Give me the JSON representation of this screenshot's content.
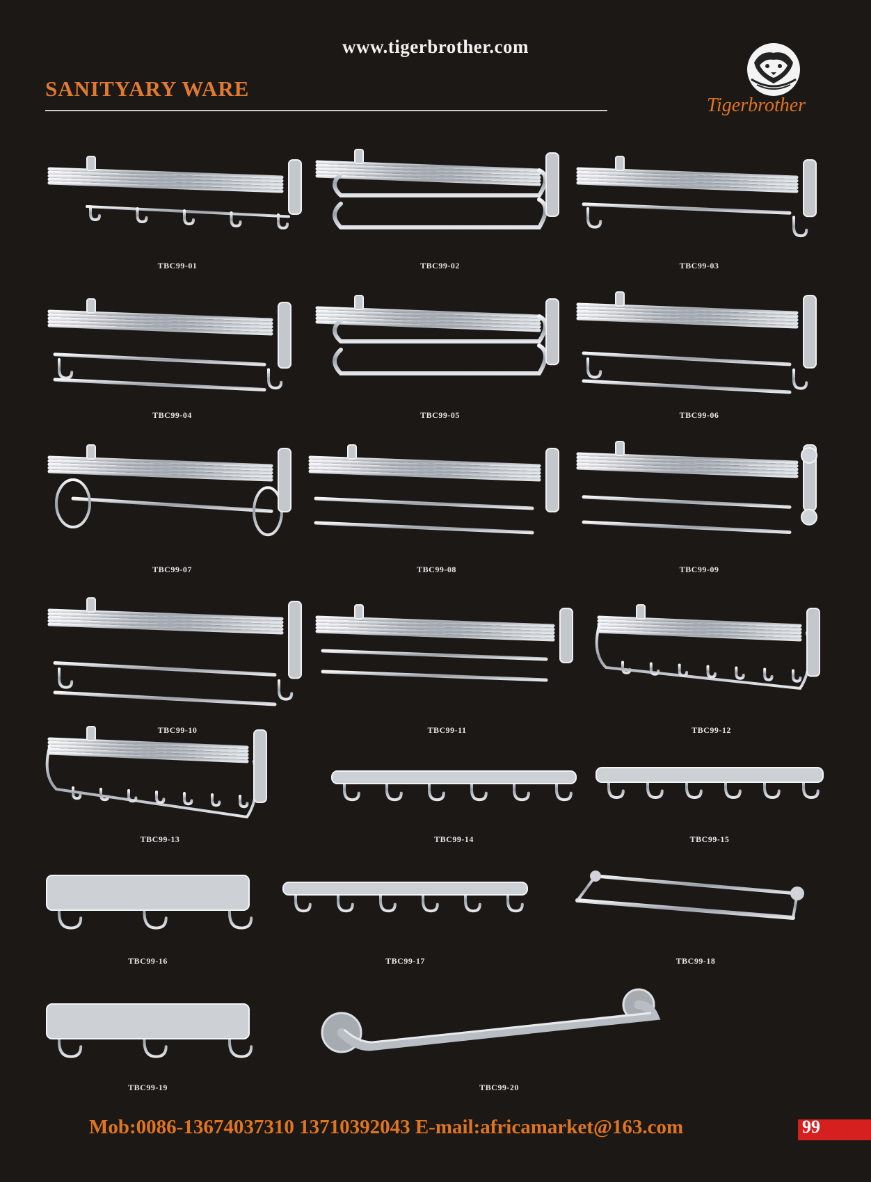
{
  "header": {
    "website": "www.tigerbrother.com",
    "section_title": "SANITYARY WARE",
    "brand_logo_text": "Tigerbrother"
  },
  "products": [
    {
      "code": "TBC99-01",
      "style": "rack-hooks"
    },
    {
      "code": "TBC99-02",
      "style": "rack-loop"
    },
    {
      "code": "TBC99-03",
      "style": "rack-simple"
    },
    {
      "code": "TBC99-04",
      "style": "rack-double"
    },
    {
      "code": "TBC99-05",
      "style": "rack-loop"
    },
    {
      "code": "TBC99-06",
      "style": "rack-double"
    },
    {
      "code": "TBC99-07",
      "style": "rack-rings"
    },
    {
      "code": "TBC99-08",
      "style": "rack-square"
    },
    {
      "code": "TBC99-09",
      "style": "rack-round"
    },
    {
      "code": "TBC99-10",
      "style": "rack-double"
    },
    {
      "code": "TBC99-11",
      "style": "rack-square"
    },
    {
      "code": "TBC99-12",
      "style": "rack-curved"
    },
    {
      "code": "TBC99-13",
      "style": "rack-curved"
    },
    {
      "code": "TBC99-14",
      "style": "hook-rail"
    },
    {
      "code": "TBC99-15",
      "style": "hook-rail"
    },
    {
      "code": "TBC99-16",
      "style": "hook-plate"
    },
    {
      "code": "TBC99-17",
      "style": "hook-rail"
    },
    {
      "code": "TBC99-18",
      "style": "double-bar"
    },
    {
      "code": "TBC99-19",
      "style": "hook-plate"
    },
    {
      "code": "TBC99-20",
      "style": "single-bar"
    }
  ],
  "footer": {
    "contact": "Mob:0086-13674037310   13710392043   E-mail:africamarket@163.com",
    "page_number": "99"
  },
  "colors": {
    "background": "#1b1816",
    "accent_orange": "#e07a33",
    "page_badge_red": "#d62020",
    "chrome": "#c9cdd2"
  }
}
